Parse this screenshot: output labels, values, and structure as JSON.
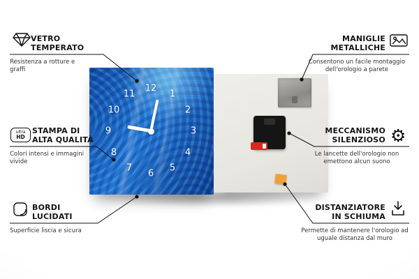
{
  "callouts": {
    "vetro": {
      "title1": "VETRO",
      "title2": "TEMPERATO",
      "desc": "Resistenza a rotture e graffi"
    },
    "stampa": {
      "title1": "STAMPA DI",
      "title2": "ALTA QUALITÀ",
      "desc": "Colori intensi e immagini vivide"
    },
    "bordi": {
      "title1": "BORDI",
      "title2": "LUCIDATI",
      "desc": "Superficie liscia e sicura"
    },
    "maniglie": {
      "title1": "MANIGLIE",
      "title2": "METALLICHE",
      "desc": "Consentono un facile montaggio dell'orologio a parete"
    },
    "meccanismo": {
      "title1": "MECCANISMO",
      "title2": "SILENZIOSO",
      "desc": "Le lancette dell'orologio non emettono alcun suono"
    },
    "distanziatore": {
      "title1": "DISTANZIATORE",
      "title2": "IN SCHIUMA",
      "desc": "Permette di mantenere l'orologio ad uguale distanza dal muro"
    }
  },
  "icons": {
    "ultra_hd_top": "ultra",
    "ultra_hd_bottom": "HD",
    "gear_glyph": "⚙"
  },
  "clock": {
    "numbers": [
      "12",
      "1",
      "2",
      "3",
      "4",
      "5",
      "6",
      "7",
      "8",
      "9",
      "10",
      "11"
    ]
  },
  "colors": {
    "line": "#111111",
    "face_blue": "#1565c0",
    "back_panel": "#edebe7",
    "foam_orange": "#f2a035",
    "battery_red": "#d42b1e"
  }
}
